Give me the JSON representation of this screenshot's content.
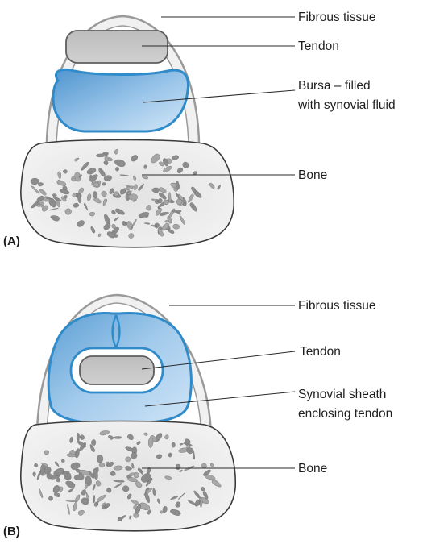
{
  "panels": [
    {
      "id": "A",
      "panel_label": "(A)",
      "labels": {
        "fibrous": "Fibrous tissue",
        "tendon": "Tendon",
        "synovial_line1": "Bursa – filled",
        "synovial_line2": "with synovial fluid",
        "bone": "Bone"
      }
    },
    {
      "id": "B",
      "panel_label": "(B)",
      "labels": {
        "fibrous": "Fibrous tissue",
        "tendon": "Tendon",
        "synovial_line1": "Synovial sheath",
        "synovial_line2": "enclosing tendon",
        "bone": "Bone"
      }
    }
  ],
  "colors": {
    "fibrous_fill": "#f1f1f1",
    "fibrous_stroke": "#9a9a9a",
    "tendon_fill": "#c6c6c6",
    "tendon_stroke": "#5e5e5e",
    "synovial_fill_light": "#c9e0f3",
    "synovial_fill_dark": "#4f95cf",
    "synovial_stroke": "#2f8bc9",
    "bone_fill": "#ebebeb",
    "bone_stroke": "#3a3a3a",
    "bone_pore": "#8c8c8c"
  }
}
